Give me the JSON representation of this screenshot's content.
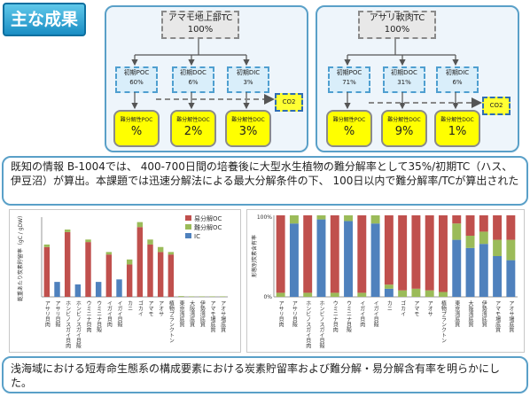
{
  "title": "主な成果",
  "flow_left": {
    "top_name": "アマモ地上部TC",
    "top_pct": "100%",
    "mids": [
      {
        "name": "初期POC",
        "pct": "60%"
      },
      {
        "name": "初期DOC",
        "pct": "6%"
      },
      {
        "name": "初期DIC",
        "pct": "3%"
      }
    ],
    "co2": "CO2",
    "bottoms": [
      {
        "name": "難分解性POC",
        "val": "%"
      },
      {
        "name": "難分解性DOC",
        "val": "2%"
      },
      {
        "name": "難分解性DOC",
        "val": "3%"
      }
    ]
  },
  "flow_right": {
    "top_name": "アサリ軟肉TC",
    "top_pct": "100%",
    "mids": [
      {
        "name": "初期POC",
        "pct": "71%"
      },
      {
        "name": "初期DOC",
        "pct": "31%"
      },
      {
        "name": "初期DIC",
        "pct": "6%"
      }
    ],
    "co2": "CO2",
    "bottoms": [
      {
        "name": "難分解性POC",
        "val": "%"
      },
      {
        "name": "難分解性DOC",
        "val": "9%"
      },
      {
        "name": "難分解性DOC",
        "val": "1%"
      }
    ]
  },
  "callout_top": "既知の情報 B-1004では、 400-700日間の培養後に大型水生植物の難分解率として35%/初期TC（ハス、伊豆沼）が算出。本課題では迅速分解法による最大分解条件の下、 100日以内で難分解率/TCが算出された",
  "callout_bottom": "浅海域における短寿命生態系の構成要素における炭素貯留率および難分解・易分解含有率を明らかにした。",
  "colors": {
    "red": "#c0504d",
    "green": "#9bbb59",
    "blue": "#4f81bd"
  },
  "chart_data": [
    {
      "type": "bar",
      "ylabel": "乾重あたり炭素貯留率（gC / gDW）",
      "categories": [
        "アサリ貝肉",
        "アサリ貝殻",
        "ホンビノスガイ貝肉",
        "ホンビノスガイ貝殻",
        "ウミニナ貝肉",
        "ウミニナ貝殻",
        "イガイ貝肉",
        "イガイ貝殻",
        "カニ",
        "ゴカイ",
        "アマモ",
        "アオサ",
        "植物プランクトン",
        "東京湾底質",
        "大阪湾底質",
        "伊勢湾底質",
        "アマモ場底質",
        "アオサ場底質"
      ],
      "series": [
        {
          "name": "易分解OC",
          "color": "#c0504d",
          "values": [
            0.2,
            0,
            0.26,
            0,
            0.22,
            0,
            0.17,
            0,
            0.13,
            0.28,
            0.21,
            0.18,
            0.17,
            0,
            0,
            0,
            0,
            0
          ]
        },
        {
          "name": "難分解OC",
          "color": "#9bbb59",
          "values": [
            0.01,
            0,
            0.01,
            0,
            0.01,
            0,
            0.01,
            0,
            0.02,
            0.02,
            0.02,
            0.02,
            0.01,
            0.003,
            0.002,
            0.002,
            0.002,
            0.002
          ]
        },
        {
          "name": "IC",
          "color": "#4f81bd",
          "values": [
            0,
            0.06,
            0,
            0.05,
            0,
            0.06,
            0,
            0.07,
            0,
            0,
            0,
            0,
            0,
            0,
            0,
            0,
            0,
            0
          ]
        }
      ],
      "legend": "top-right"
    },
    {
      "type": "bar",
      "ylabel": "形態別炭素含有率",
      "yticks": [
        "100%",
        "0%"
      ],
      "categories": [
        "アサリ貝肉",
        "アサリ貝殻",
        "ホンビノスガイ貝肉",
        "ホンビノスガイ貝殻",
        "ウミニナ貝肉",
        "ウミニナ貝殻",
        "イガイ貝肉",
        "イガイ貝殻",
        "カニ",
        "ゴカイ",
        "アマモ",
        "アオサ",
        "植物プランクトン",
        "東京湾底質",
        "大阪湾底質",
        "伊勢湾底質",
        "アマモ場底質",
        "アオサ場底質"
      ],
      "series": [
        {
          "name": "IC",
          "color": "#4f81bd",
          "values": [
            0,
            90,
            0,
            95,
            0,
            93,
            0,
            90,
            10,
            0,
            0,
            0,
            0,
            70,
            60,
            65,
            50,
            45
          ]
        },
        {
          "name": "難分解OC",
          "color": "#9bbb59",
          "values": [
            5,
            10,
            5,
            5,
            5,
            7,
            5,
            10,
            5,
            8,
            10,
            8,
            6,
            20,
            15,
            15,
            20,
            25
          ]
        },
        {
          "name": "易分解OC",
          "color": "#c0504d",
          "values": [
            95,
            0,
            95,
            0,
            95,
            0,
            95,
            0,
            85,
            92,
            90,
            92,
            94,
            10,
            25,
            20,
            30,
            30
          ]
        }
      ]
    }
  ]
}
